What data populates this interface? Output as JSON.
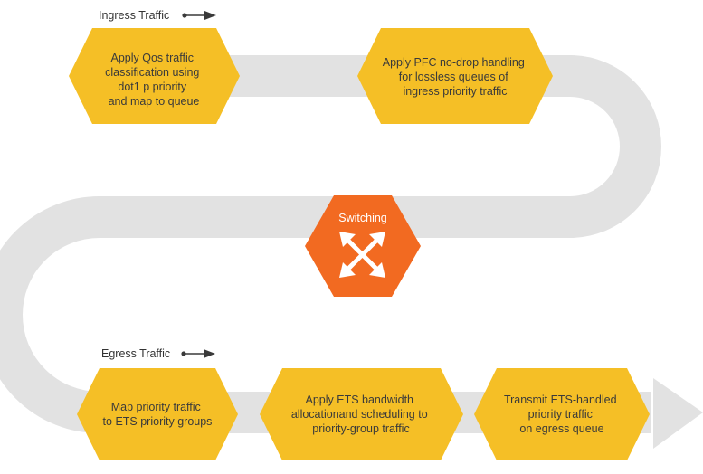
{
  "colors": {
    "track": "#e2e2e2",
    "step_fill": "#f5bf26",
    "switch_fill": "#f26a21",
    "arrow_mark": "#3a3a3a"
  },
  "ingress": {
    "label": "Ingress Traffic",
    "steps": [
      {
        "lines": [
          "Apply Qos traffic",
          "classification using",
          "dot1 p priority",
          "and map to queue"
        ]
      },
      {
        "lines": [
          "Apply PFC no-drop handling",
          "for lossless queues of",
          "ingress priority traffic"
        ]
      }
    ]
  },
  "switching": {
    "label": "Switching",
    "icon": "switch-arrows-icon"
  },
  "egress": {
    "label": "Egress Traffic",
    "steps": [
      {
        "lines": [
          "Map priority traffic",
          "to ETS priority groups"
        ]
      },
      {
        "lines": [
          "Apply ETS bandwidth",
          "allocationand scheduling to",
          "priority-group traffic"
        ]
      },
      {
        "lines": [
          "Transmit ETS-handled",
          "priority traffic",
          "on egress queue"
        ]
      }
    ]
  }
}
